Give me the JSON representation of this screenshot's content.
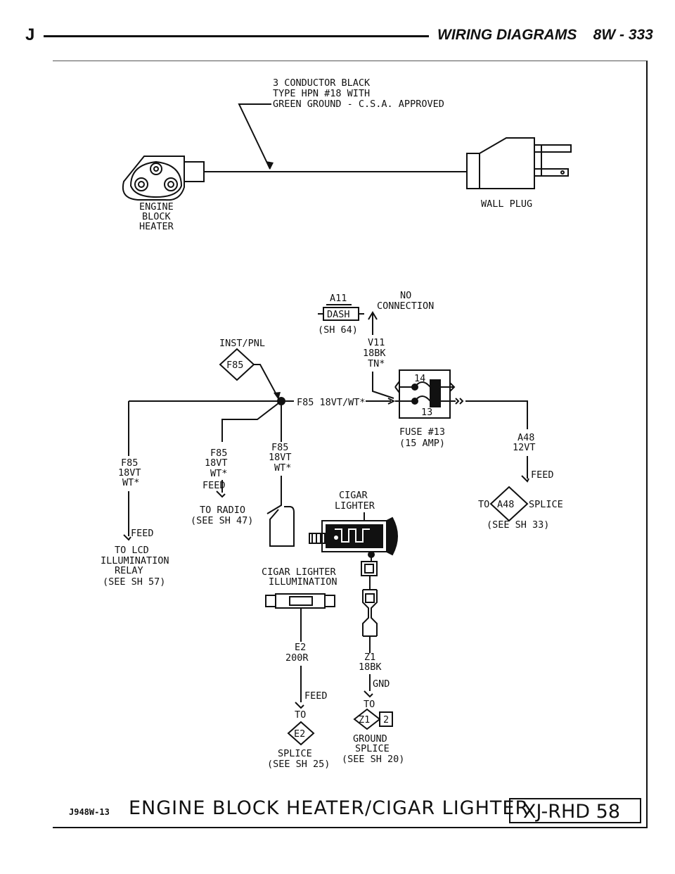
{
  "header": {
    "letter": "J",
    "title": "WIRING DIAGRAMS    8W - 333"
  },
  "cord": {
    "line1": "3 CONDUCTOR BLACK",
    "line2": "TYPE HPN #18 WITH",
    "line3": "GREEN GROUND - C.S.A. APPROVED"
  },
  "engine_block_heater": {
    "line1": "ENGINE",
    "line2": "BLOCK",
    "line3": "HEATER"
  },
  "wall_plug": "WALL PLUG",
  "a11": {
    "label": "A11",
    "no_conn_1": "NO",
    "no_conn_2": "CONNECTION",
    "dash": "DASH",
    "sheet": "(SH 64)"
  },
  "v11": {
    "l1": "V11",
    "l2": "18BK",
    "l3": "TN*"
  },
  "inst_pnl": "INST/PNL",
  "f85_diamond": "F85",
  "f85_main": "F85 18VT/WT*",
  "fuse": {
    "top": "14",
    "bottom": "13",
    "l1": "FUSE #13",
    "l2": "(15 AMP)"
  },
  "a48": {
    "l1": "A48",
    "l2": "12VT",
    "feed": "FEED",
    "to": "TO",
    "id": "A48",
    "splice": "SPLICE",
    "sheet": "(SEE SH 33)"
  },
  "left_branch": {
    "l1": "F85",
    "l2": "18VT",
    "l3": "WT*",
    "feed": "FEED",
    "to1": "TO LCD",
    "to2": "ILLUMINATION",
    "to3": "RELAY",
    "to4": "(SEE SH 57)"
  },
  "radio_branch": {
    "l1": "F85",
    "l2": "18VT",
    "l3": "WT*",
    "feed": "FEED",
    "to1": "TO RADIO",
    "to2": "(SEE SH 47)"
  },
  "lighter_branch": {
    "l1": "F85",
    "l2": "18VT",
    "l3": "WT*"
  },
  "cigar_lighter": {
    "l1": "CIGAR",
    "l2": "LIGHTER"
  },
  "cigar_illum": {
    "l1": "CIGAR LIGHTER",
    "l2": "ILLUMINATION"
  },
  "e2": {
    "l1": "E2",
    "l2": "200R",
    "feed": "FEED",
    "to": "TO",
    "id": "E2",
    "splice": "SPLICE",
    "sheet": "(SEE SH 25)"
  },
  "z1": {
    "l1": "Z1",
    "l2": "18BK",
    "gnd": "GND",
    "to": "TO",
    "id": "Z1",
    "num": "2",
    "g1": "GROUND",
    "g2": "SPLICE",
    "sheet": "(SEE SH 20)"
  },
  "footer": {
    "code": "J948W-13",
    "title": "ENGINE BLOCK HEATER/CIGAR LIGHTER",
    "box": "XJ-RHD 58"
  }
}
